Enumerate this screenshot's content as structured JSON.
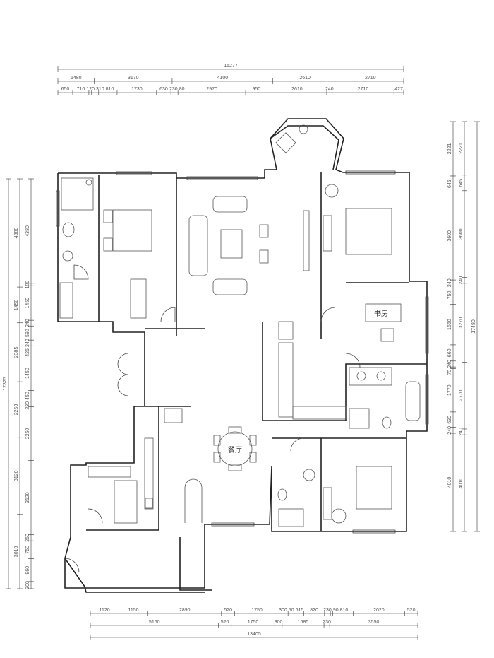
{
  "rooms": {
    "dining": "餐厅",
    "study": "书房"
  },
  "dimensions": {
    "top": {
      "total": "15277",
      "row1": [
        "1480",
        "3170",
        "4100",
        "2610",
        "2710"
      ],
      "row2": [
        "650",
        "710",
        "120",
        "310",
        "810",
        "1730",
        "630",
        "230",
        "80",
        "2970",
        "950",
        "2610",
        "240",
        "2710",
        "427"
      ]
    },
    "bottom": {
      "total": "13405",
      "row1": [
        "1120",
        "1150",
        "2890",
        "520",
        "1750",
        "300",
        "50",
        "615",
        "820",
        "230",
        "90",
        "810",
        "2020",
        "520"
      ],
      "row2": [
        "5160",
        "520",
        "1750",
        "300",
        "1685",
        "230",
        "3550"
      ]
    },
    "left": {
      "total": "17325",
      "mid": [
        "4380",
        "1450",
        "2385",
        "2250",
        "3120",
        "3010"
      ],
      "inner": [
        "4380",
        "100",
        "1450",
        "240",
        "590",
        "240",
        "425",
        "1450",
        "450",
        "230",
        "2250",
        "3120",
        "250",
        "750",
        "960",
        "300"
      ]
    },
    "right": {
      "total": "17480",
      "mid": [
        "2221",
        "645",
        "3600",
        "240",
        "3270",
        "2770",
        "240",
        "4010"
      ],
      "inner": [
        "2221",
        "645",
        "3600",
        "240",
        "750",
        "1660",
        "660",
        "240",
        "70",
        "1770",
        "630",
        "240",
        "4010"
      ]
    }
  }
}
